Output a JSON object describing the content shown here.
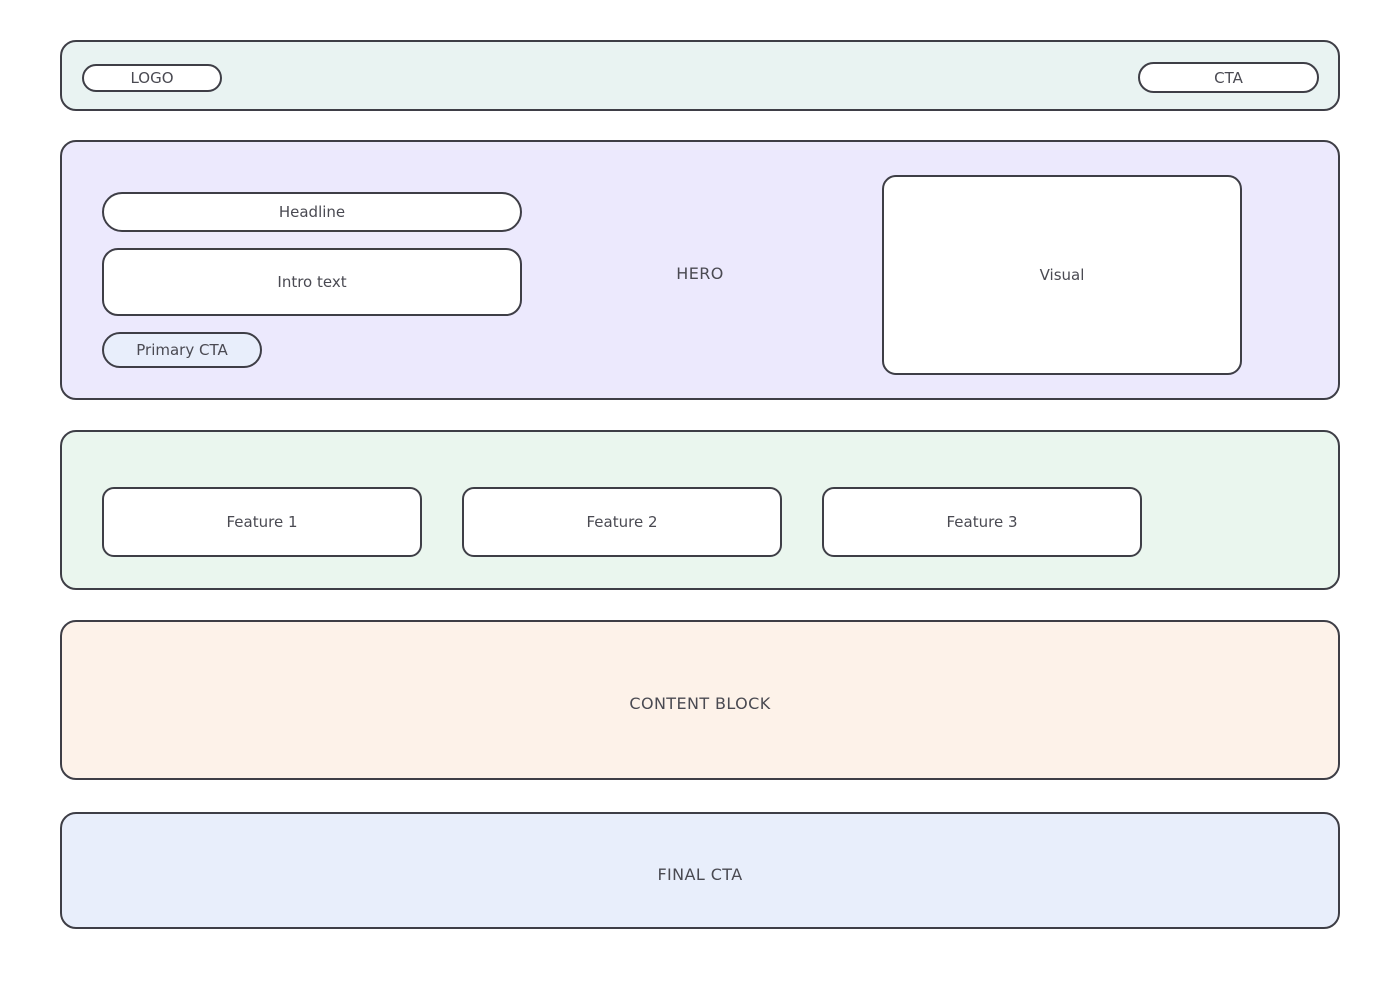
{
  "page": {
    "background": "#ffffff",
    "stroke_color": "#3e3e46",
    "text_color": "#4a4a52"
  },
  "header": {
    "background": "#e9f3f2",
    "logo_label": "LOGO",
    "cta_label": "CTA"
  },
  "hero": {
    "background": "#ece9fd",
    "section_label": "HERO",
    "headline_label": "Headline",
    "intro_label": "Intro text",
    "primary_cta_label": "Primary CTA",
    "primary_cta_fill": "#e8eefb",
    "visual_label": "Visual"
  },
  "features": {
    "background": "#eaf6ee",
    "cards": [
      {
        "label": "Feature 1"
      },
      {
        "label": "Feature 2"
      },
      {
        "label": "Feature 3"
      }
    ]
  },
  "content": {
    "background": "#fdf2e9",
    "label": "CONTENT BLOCK"
  },
  "final_cta": {
    "background": "#e8eefb",
    "label": "FINAL CTA"
  }
}
